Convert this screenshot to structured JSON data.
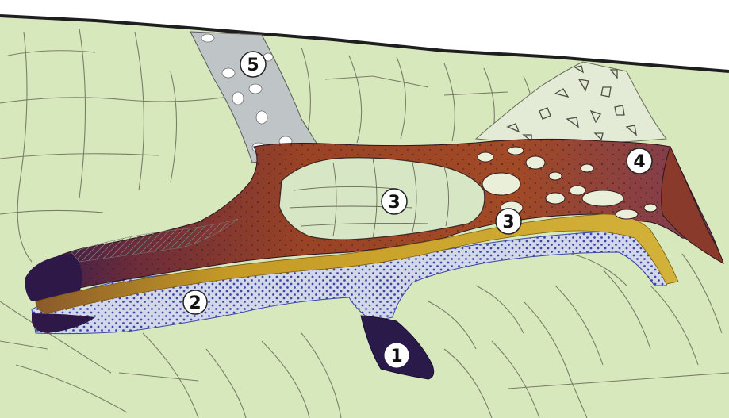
{
  "markers": {
    "m1": "1",
    "m2": "2",
    "m3a": "3",
    "m3b": "3",
    "m4": "4",
    "m5": "5"
  },
  "colors": {
    "sky": "#ffffff",
    "limestone": "#d8e8bd",
    "bedding": "#6b6b5a",
    "surface_line": "#1e1e1e",
    "cave_fill_dark": "#3b1f55",
    "cave_fill_brown": "#8a3a22",
    "cave_fill_orange": "#b2552a",
    "sediment_yellow": "#c9a82a",
    "sand_blue": "#c9cfe3",
    "sand_dot": "#3a46a8",
    "breakdown_grey": "#bfc4c7",
    "rubble": "#dde4cf"
  }
}
